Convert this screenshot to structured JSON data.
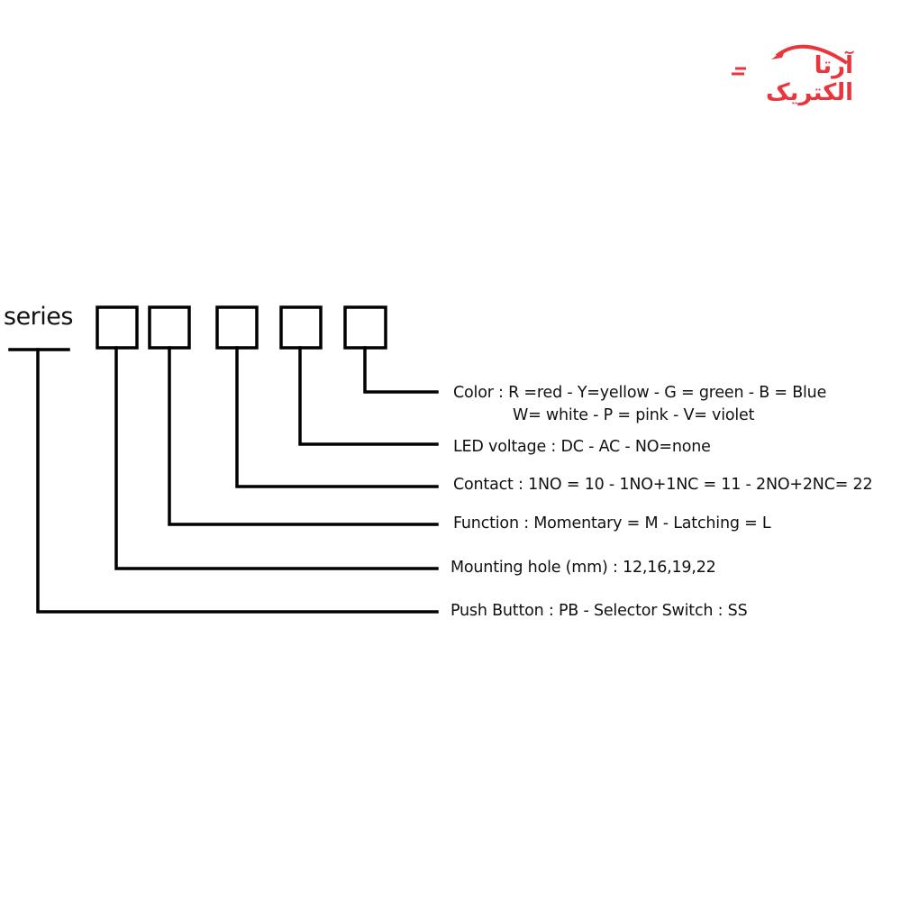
{
  "logo": {
    "text": "آرتا الکتریک",
    "color": "#e8363c"
  },
  "series_label": "series",
  "legend": [
    {
      "id": "color",
      "lines": [
        "Color : R =red - Y=yellow - G = green - B = Blue",
        "W= white - P = pink - V= violet"
      ]
    },
    {
      "id": "led-voltage",
      "lines": [
        "LED voltage : DC - AC - NO=none"
      ]
    },
    {
      "id": "contact",
      "lines": [
        "Contact : 1NO = 10 - 1NO+1NC = 11 - 2NO+2NC= 22"
      ]
    },
    {
      "id": "function",
      "lines": [
        "Function : Momentary = M - Latching = L"
      ]
    },
    {
      "id": "mounting-hole",
      "lines": [
        "Mounting hole (mm) : 12,16,19,22"
      ]
    },
    {
      "id": "type",
      "lines": [
        "Push Button : PB  - Selector Switch : SS"
      ]
    }
  ]
}
